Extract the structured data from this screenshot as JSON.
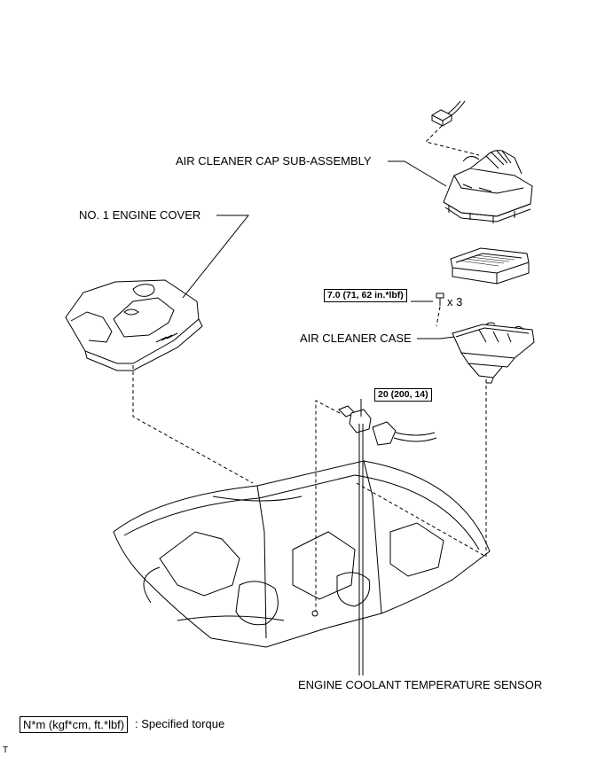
{
  "labels": {
    "air_cleaner_cap": "AIR CLEANER CAP SUB-ASSEMBLY",
    "engine_cover": "NO. 1 ENGINE COVER",
    "air_cleaner_case": "AIR CLEANER CASE",
    "coolant_sensor": "ENGINE COOLANT TEMPERATURE SENSOR"
  },
  "torque": {
    "case_bolt": "7.0 (71, 62 in.*lbf)",
    "case_bolt_qty": "x 3",
    "sensor": "20 (200, 14)"
  },
  "legend": {
    "unit": "N*m (kgf*cm, ft.*lbf)",
    "description": ": Specified torque"
  },
  "corner_mark": "T"
}
